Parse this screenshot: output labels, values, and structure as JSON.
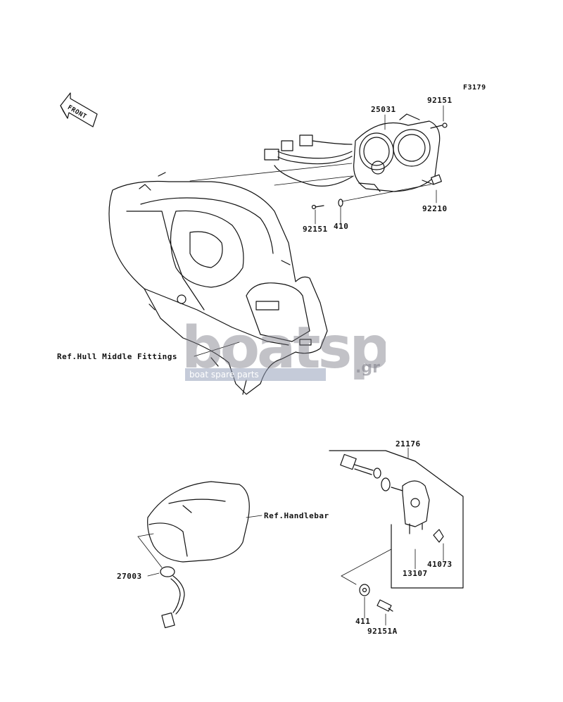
{
  "figure_code": "F3179",
  "front_arrow_label": "FRONT",
  "callouts": {
    "p25031": "25031",
    "p92151_top": "92151",
    "p92210": "92210",
    "p92151_left": "92151",
    "p410": "410",
    "p21176": "21176",
    "p41073": "41073",
    "p13107": "13107",
    "p27003": "27003",
    "p411": "411",
    "p92151A": "92151A"
  },
  "refs": {
    "hull": "Ref.Hull Middle Fittings",
    "handlebar": "Ref.Handlebar"
  },
  "watermark": {
    "logo": "boatsp",
    "tld": ".gr",
    "tagline": "boat spare parts"
  }
}
